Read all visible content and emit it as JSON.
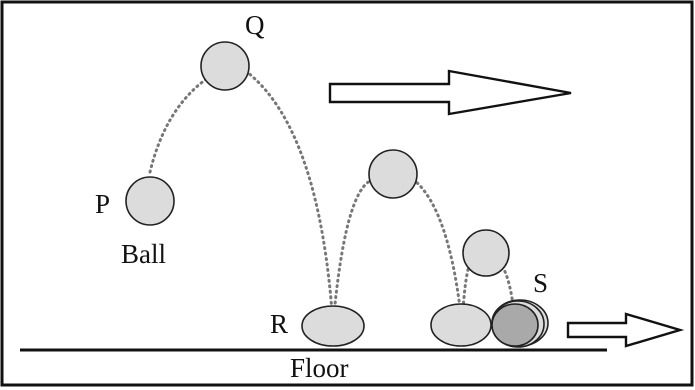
{
  "labels": {
    "p": "P",
    "q": "Q",
    "r": "R",
    "s": "S",
    "ball": "Ball",
    "floor": "Floor"
  },
  "colors": {
    "ball_fill": "#dcdcdc",
    "ball_squashed_fill": "#a9a9a9",
    "trajectory": "#777777",
    "outline": "#111111"
  },
  "icons": {
    "motion_arrow_large": "right-arrow-outline-icon",
    "motion_arrow_small": "right-arrow-outline-icon"
  }
}
